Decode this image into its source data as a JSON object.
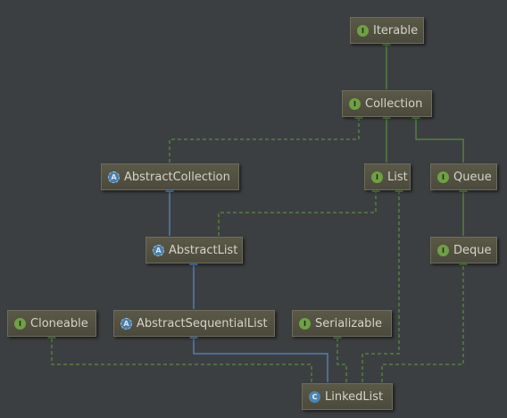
{
  "colors": {
    "background": "#3c3f41",
    "implements": "#5e9c47",
    "extends": "#5b9be6",
    "interface_badge": "#6fa045",
    "class_badge": "#4a86b8"
  },
  "nodes": {
    "iterable": {
      "label": "Iterable",
      "badge": "I",
      "kind": "interface"
    },
    "collection": {
      "label": "Collection",
      "badge": "I",
      "kind": "interface"
    },
    "abstract_collection": {
      "label": "AbstractCollection",
      "badge": "A",
      "kind": "abstract"
    },
    "list": {
      "label": "List",
      "badge": "I",
      "kind": "interface"
    },
    "queue": {
      "label": "Queue",
      "badge": "I",
      "kind": "interface"
    },
    "abstract_list": {
      "label": "AbstractList",
      "badge": "A",
      "kind": "abstract"
    },
    "deque": {
      "label": "Deque",
      "badge": "I",
      "kind": "interface"
    },
    "cloneable": {
      "label": "Cloneable",
      "badge": "I",
      "kind": "interface"
    },
    "abstract_sequential_list": {
      "label": "AbstractSequentialList",
      "badge": "A",
      "kind": "abstract"
    },
    "serializable": {
      "label": "Serializable",
      "badge": "I",
      "kind": "interface"
    },
    "linked_list": {
      "label": "LinkedList",
      "badge": "C",
      "kind": "class"
    }
  }
}
